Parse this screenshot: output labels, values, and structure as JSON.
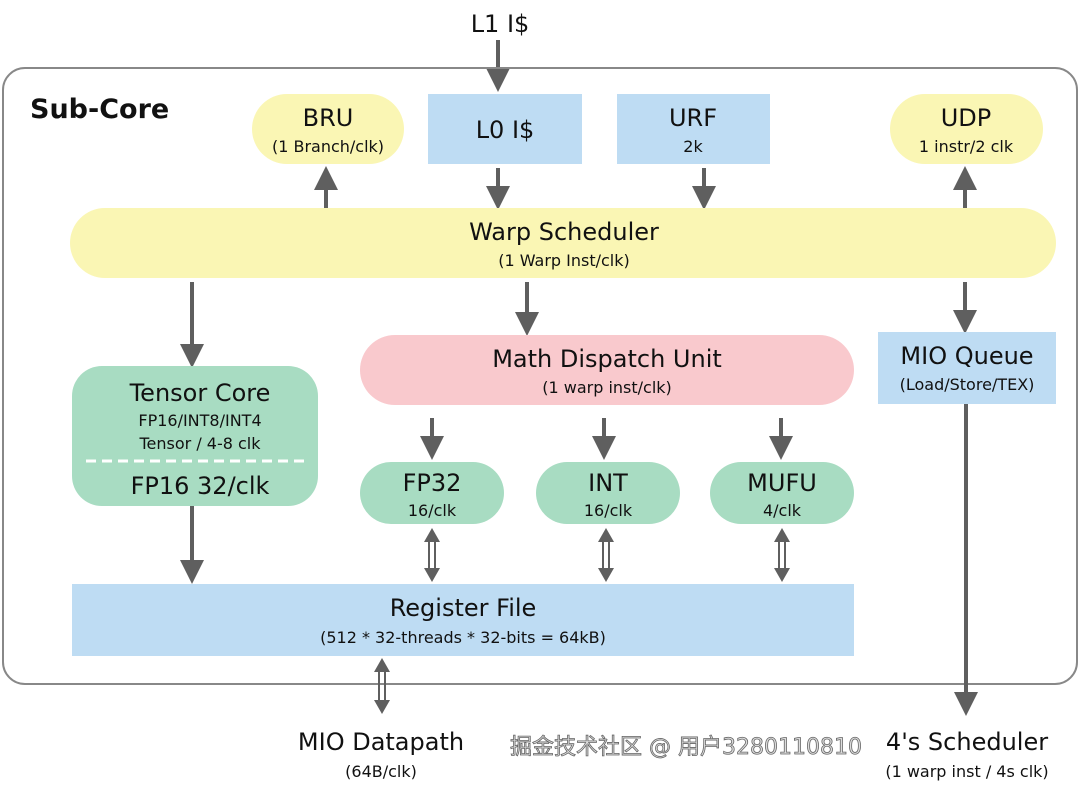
{
  "colors": {
    "yellow": "#faf6b4",
    "blue": "#bedcf3",
    "green": "#a8dcc2",
    "pink": "#f9c9cd",
    "arrow": "#5f5f5f",
    "frame": "#888888"
  },
  "top_label": "L1 I$",
  "subcore": {
    "title": "Sub-Core"
  },
  "bru": {
    "title": "BRU",
    "sub": "(1 Branch/clk)"
  },
  "l0": {
    "title": "L0 I$"
  },
  "urf": {
    "title": "URF",
    "sub": "2k"
  },
  "udp": {
    "title": "UDP",
    "sub": "1 instr/2 clk"
  },
  "warp_scheduler": {
    "title": "Warp Scheduler",
    "sub": "(1 Warp Inst/clk)"
  },
  "math_dispatch": {
    "title": "Math Dispatch Unit",
    "sub": "(1 warp inst/clk)"
  },
  "mio_queue": {
    "title": "MIO Queue",
    "sub": "(Load/Store/TEX)"
  },
  "tensor_core": {
    "title": "Tensor Core",
    "line1": "FP16/INT8/INT4",
    "line2": "Tensor / 4-8 clk",
    "line3": "FP16 32/clk"
  },
  "fp32": {
    "title": "FP32",
    "sub": "16/clk"
  },
  "int": {
    "title": "INT",
    "sub": "16/clk"
  },
  "mufu": {
    "title": "MUFU",
    "sub": "4/clk"
  },
  "register_file": {
    "title": "Register File",
    "sub": "(512 * 32-threads * 32-bits = 64kB)"
  },
  "mio_datapath": {
    "title": "MIO Datapath",
    "sub": "(64B/clk)"
  },
  "mio_scheduler": {
    "title": "4's Scheduler",
    "sub": "(1 warp inst / 4s clk)"
  },
  "watermark": "掘金技术社区 @ 用户3280110810"
}
